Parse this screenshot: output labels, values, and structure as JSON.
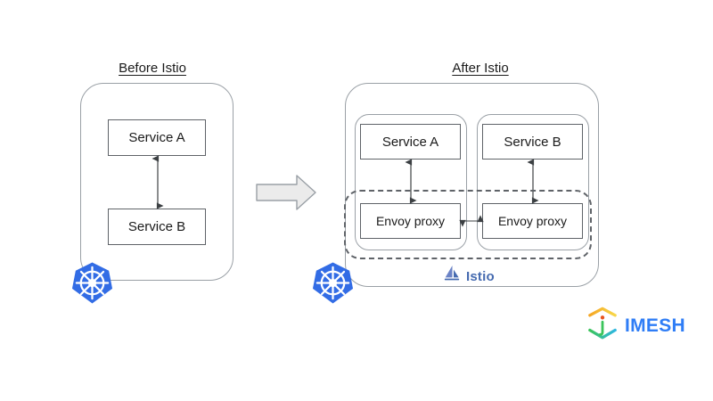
{
  "diagram": {
    "title_left": "Before Istio",
    "title_right": "After Istio",
    "colors": {
      "box_stroke": "#9aa0a6",
      "node_stroke": "#5f6368",
      "text": "#1a1a1a",
      "kubernetes_blue": "#326CE5",
      "istio_blue": "#466BB0",
      "imesh_blue": "#2F7DF6",
      "arrow_fill": "#ebebeb",
      "arrow_stroke": "#9aa0a6"
    },
    "left": {
      "cluster_icon": "kubernetes-icon",
      "nodes": [
        {
          "id": "service-a",
          "label": "Service A"
        },
        {
          "id": "service-b",
          "label": "Service B"
        }
      ],
      "connector": {
        "from": "service-a",
        "to": "service-b",
        "type": "double-arrow-vertical"
      }
    },
    "transition": {
      "icon": "right-block-arrow-icon"
    },
    "right": {
      "cluster_icon": "kubernetes-icon",
      "pods": [
        {
          "id": "pod-a",
          "service": {
            "id": "service-a",
            "label": "Service A"
          },
          "proxy": {
            "id": "envoy-a",
            "label": "Envoy proxy"
          },
          "connector": {
            "type": "double-arrow-vertical"
          }
        },
        {
          "id": "pod-b",
          "service": {
            "id": "service-b",
            "label": "Service B"
          },
          "proxy": {
            "id": "envoy-b",
            "label": "Envoy proxy"
          },
          "connector": {
            "type": "double-arrow-vertical"
          }
        }
      ],
      "proxy_connector": {
        "from": "envoy-a",
        "to": "envoy-b",
        "type": "double-arrow-horizontal"
      },
      "mesh": {
        "style": "dashed",
        "label": "Istio",
        "icon": "istio-sailboat-icon"
      }
    },
    "branding": {
      "name": "IMESH",
      "icon": "imesh-cube-icon"
    }
  }
}
